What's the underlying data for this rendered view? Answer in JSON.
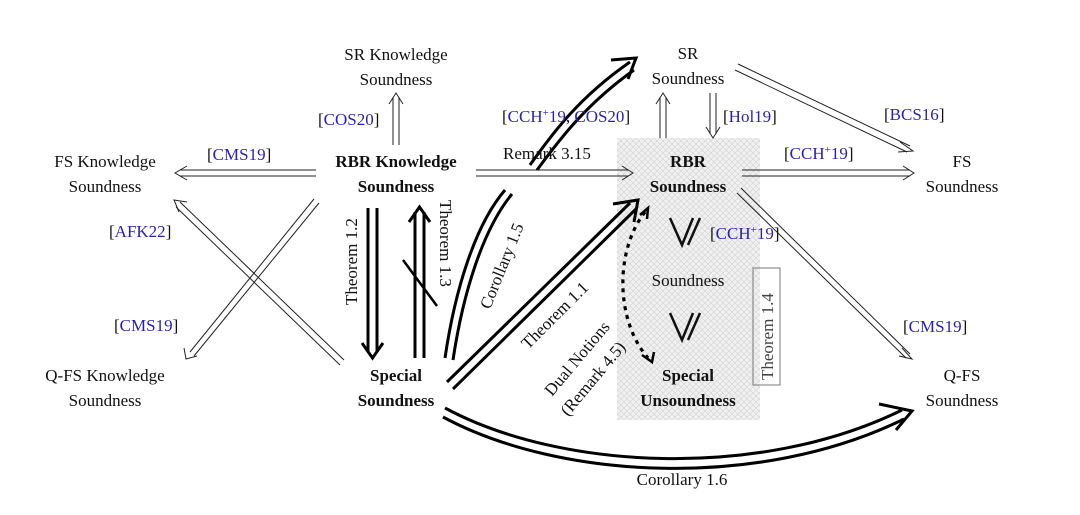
{
  "nodes": {
    "sr_knowledge": {
      "line1": "SR Knowledge",
      "line2": "Soundness"
    },
    "sr_soundness": {
      "line1": "SR",
      "line2": "Soundness"
    },
    "fs_knowledge": {
      "line1": "FS Knowledge",
      "line2": "Soundness"
    },
    "rbr_knowledge": {
      "line1": "RBR Knowledge",
      "line2": "Soundness"
    },
    "rbr_soundness": {
      "line1": "RBR",
      "line2": "Soundness"
    },
    "fs_soundness": {
      "line1": "FS",
      "line2": "Soundness"
    },
    "soundness": {
      "line1": "Soundness"
    },
    "qfs_knowledge": {
      "line1": "Q-FS Knowledge",
      "line2": "Soundness"
    },
    "special_soundness": {
      "line1": "Special",
      "line2": "Soundness"
    },
    "special_unsoundness": {
      "line1": "Special",
      "line2": "Unsoundness"
    },
    "qfs_soundness": {
      "line1": "Q-FS",
      "line2": "Soundness"
    }
  },
  "citations": {
    "cos20_sr": {
      "key": "COS20"
    },
    "cms19_fs": {
      "key": "CMS19"
    },
    "afk22": {
      "key": "AFK22"
    },
    "cms19_qfs": {
      "key": "CMS19"
    },
    "cch_cos": {
      "key1": "CCH",
      "sup": "+",
      "key1b": "19",
      "sep": ", ",
      "key2": "COS20"
    },
    "hol19": {
      "key": "Hol19"
    },
    "bcs16": {
      "key": "BCS16"
    },
    "cch_fs": {
      "key": "CCH",
      "sup": "+",
      "keyb": "19"
    },
    "cch_sound": {
      "key": "CCH",
      "sup": "+",
      "keyb": "19"
    },
    "cms19_right": {
      "key": "CMS19"
    }
  },
  "labels": {
    "remark_315": "Remark 3.15",
    "theorem_12": "Theorem 1.2",
    "theorem_13": "Theorem 1.3",
    "corollary_15": "Corollary 1.5",
    "theorem_11": "Theorem 1.1",
    "dual_notions_1": "Dual Notions",
    "dual_notions_2": "(Remark 4.5)",
    "theorem_14": "Theorem 1.4",
    "corollary_16": "Corollary 1.6"
  },
  "symbols": {
    "not_implies": "⇏"
  },
  "colors": {
    "citation": "#2a1fb5",
    "text": "#111111",
    "shade": "#e8e8e8"
  }
}
